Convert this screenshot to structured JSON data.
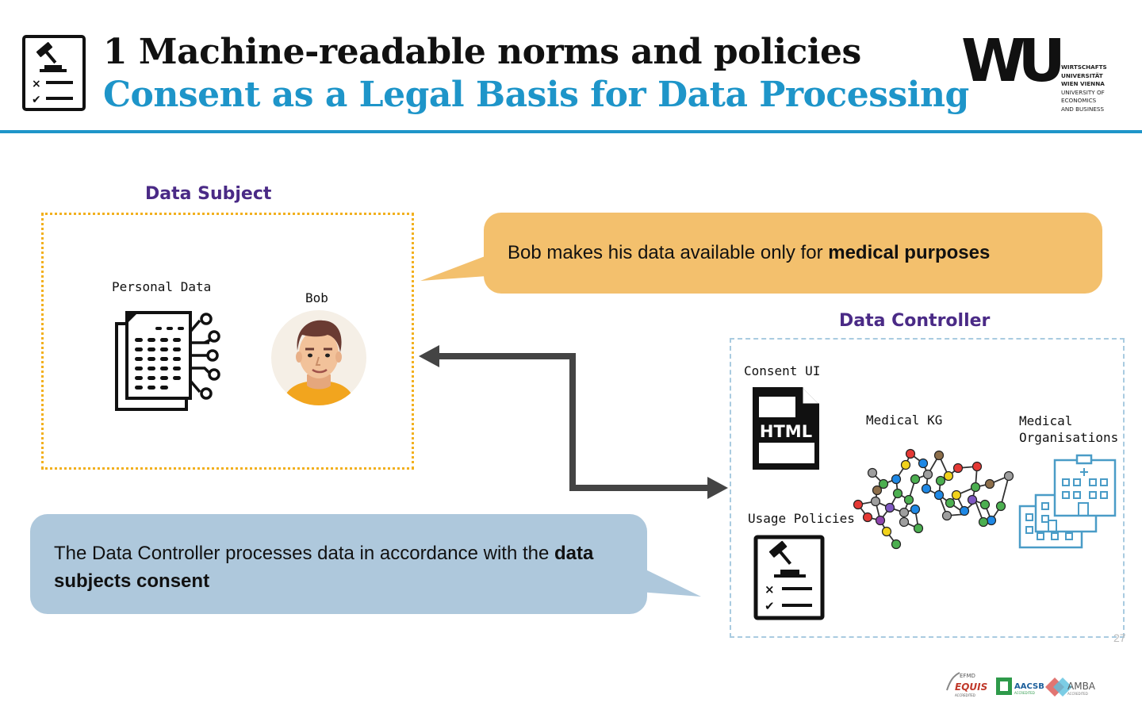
{
  "header": {
    "title_line1": "1 Machine-readable norms and policies",
    "title_line2": "Consent as a Legal Basis for Data Processing",
    "logo": {
      "mark": "WU",
      "lines": [
        "WIRTSCHAFTS",
        "UNIVERSITÄT",
        "WIEN VIENNA",
        "UNIVERSITY OF",
        "ECONOMICS",
        "AND BUSINESS"
      ]
    },
    "icon": "legal-checklist-icon"
  },
  "data_subject": {
    "label": "Data Subject",
    "personal_data_label": "Personal Data",
    "person_label": "Bob",
    "icons": [
      "personal-data-icon",
      "person-avatar-icon"
    ]
  },
  "bubbles": {
    "subject": {
      "text": "Bob makes his data available only for ",
      "bold": "medical purposes"
    },
    "controller": {
      "text": "The Data Controller processes data in accordance with the ",
      "bold": "data subjects consent",
      "line2": "subjects consent",
      "bold_line1": "data"
    }
  },
  "data_controller": {
    "label": "Data Controller",
    "consent_ui_label": "Consent UI",
    "usage_policies_label": "Usage Policies",
    "medical_kg_label": "Medical KG",
    "medical_org_label_line1": "Medical",
    "medical_org_label_line2": "Organisations",
    "html_badge": "HTML"
  },
  "footer": {
    "page_number": "27",
    "accreditations": [
      "EFMD EQUIS ACCREDITED",
      "AACSB ACCREDITED",
      "AMBA ACCREDITED"
    ],
    "accr_text": {
      "efmd": "EFMD",
      "equis": "EQUIS",
      "equis_sub": "ACCREDITED",
      "aacsb": "AACSB",
      "aacsb_sub": "ACCREDITED",
      "amba": "AMBA",
      "amba_sub": "ACCREDITED"
    }
  },
  "colors": {
    "accent_blue": "#1e95c9",
    "label_purple": "#4a2a86",
    "subject_border": "#f2b01e",
    "orange_bubble": "#f3c06d",
    "blue_bubble": "#aec8dc",
    "controller_border": "#a9cbe0",
    "arrow": "#444444"
  }
}
